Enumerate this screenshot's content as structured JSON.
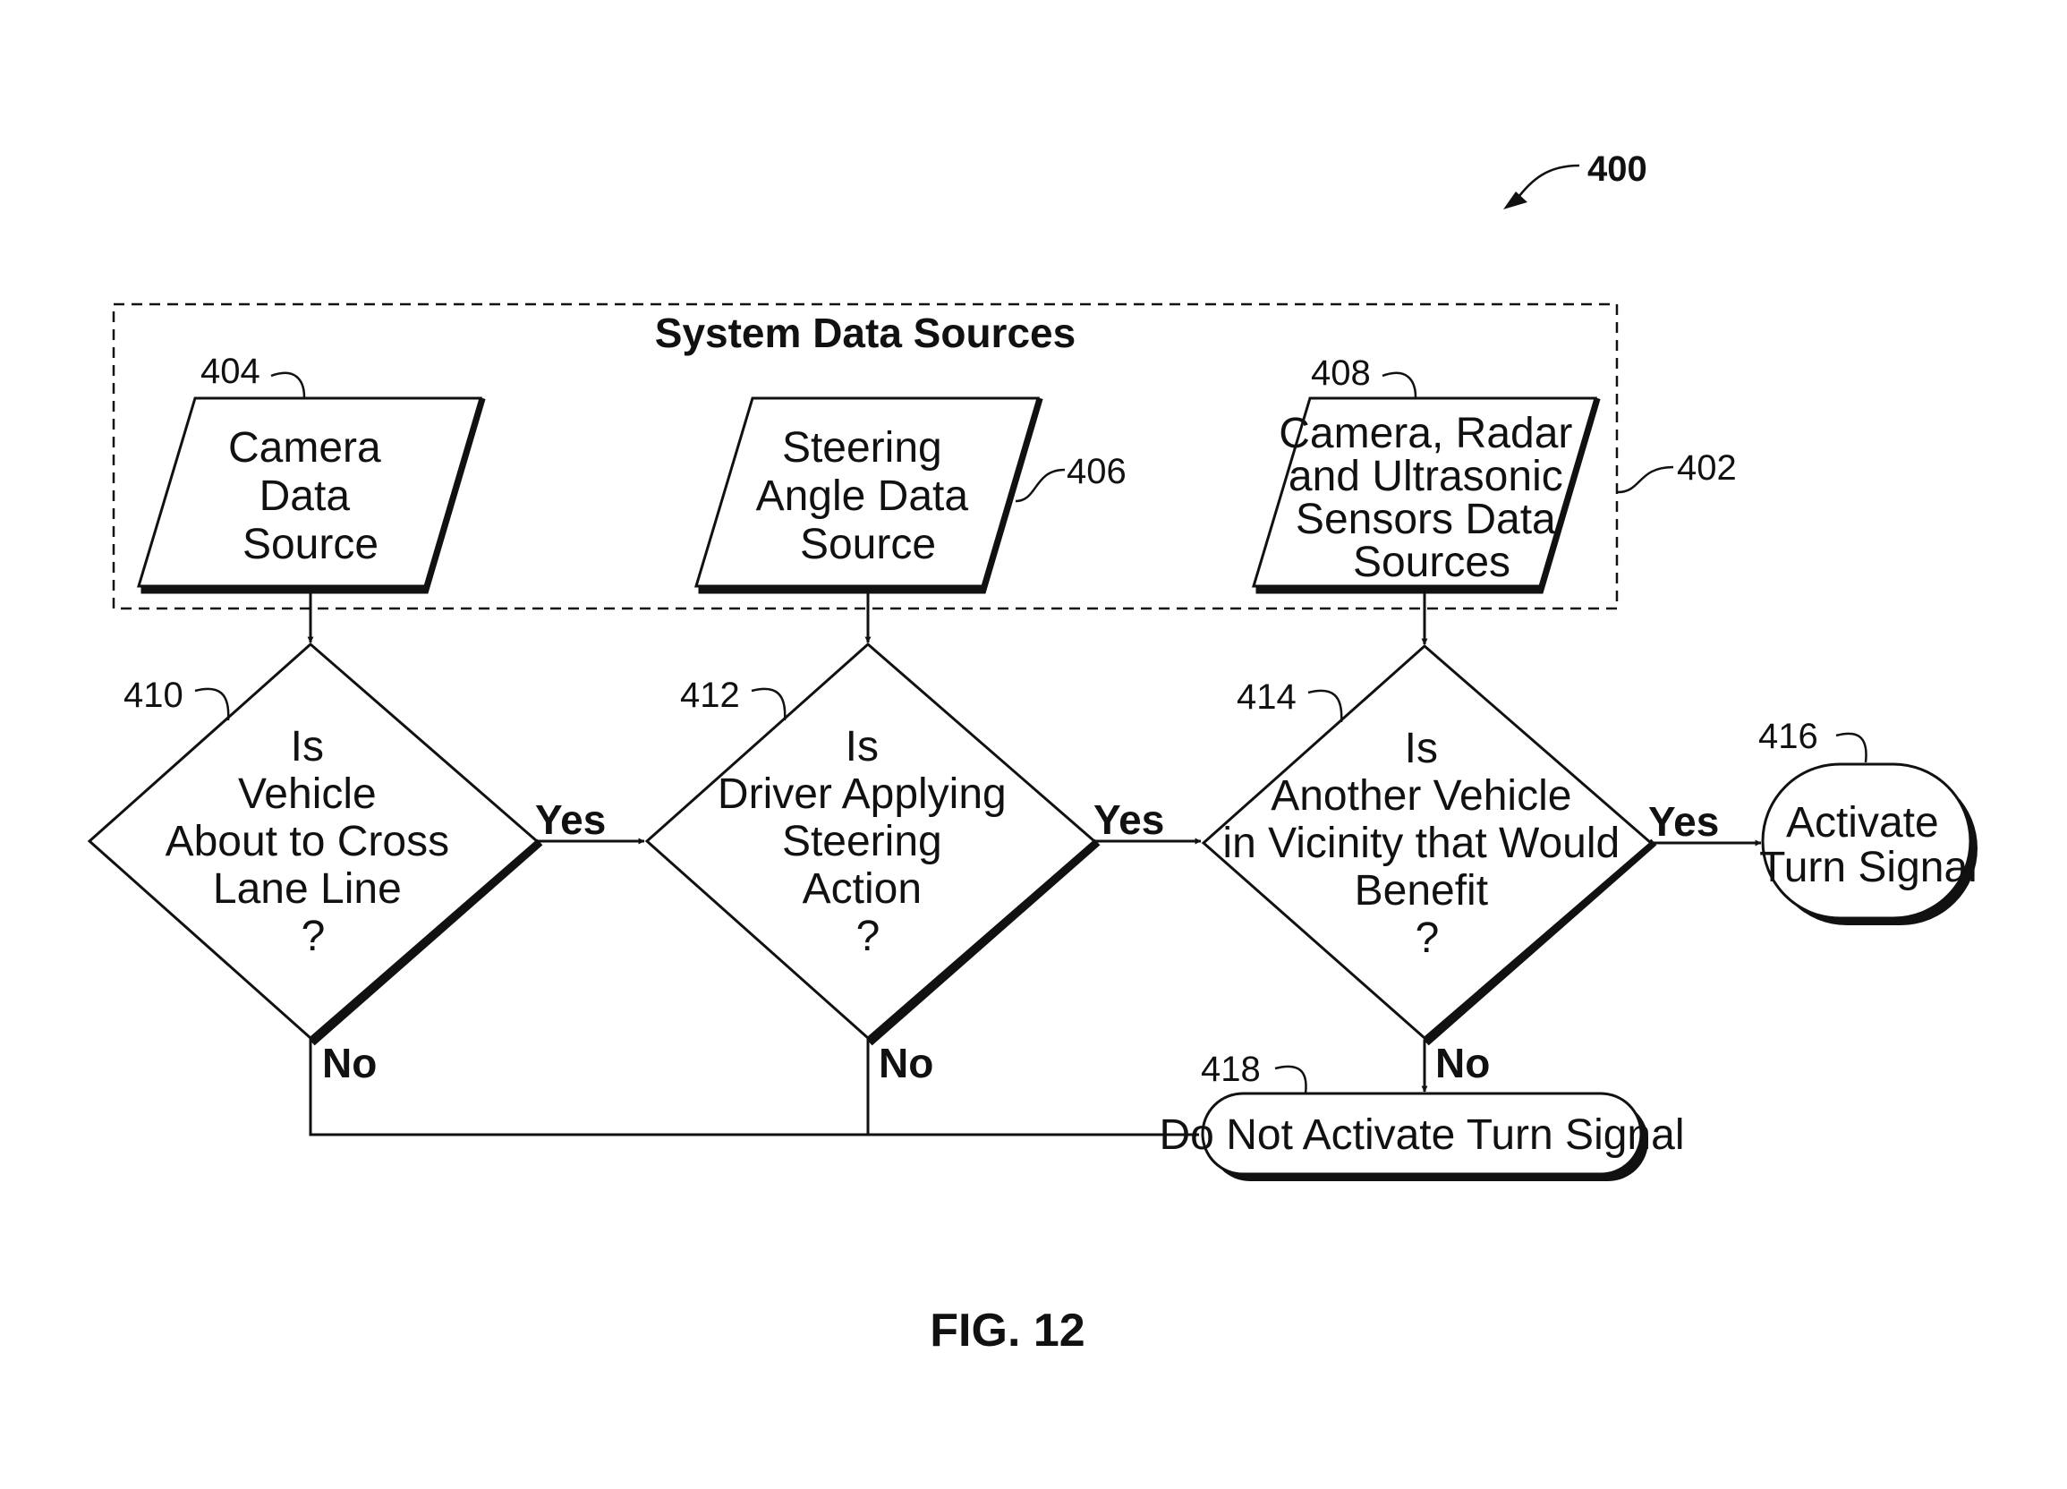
{
  "figure": {
    "ref": "400",
    "caption": "FIG. 12"
  },
  "group": {
    "title": "System Data Sources",
    "ref": "402"
  },
  "sources": [
    {
      "ref": "404",
      "lines": [
        "Camera",
        "Data",
        "Source"
      ]
    },
    {
      "ref": "406",
      "lines": [
        "Steering",
        "Angle Data",
        "Source"
      ]
    },
    {
      "ref": "408",
      "lines": [
        "Camera, Radar",
        "and Ultrasonic",
        "Sensors Data",
        "Sources"
      ]
    }
  ],
  "decisions": [
    {
      "ref": "410",
      "lines": [
        "Is",
        "Vehicle",
        "About to Cross",
        "Lane Line",
        "?"
      ]
    },
    {
      "ref": "412",
      "lines": [
        "Is",
        "Driver Applying",
        "Steering",
        "Action",
        "?"
      ]
    },
    {
      "ref": "414",
      "lines": [
        "Is",
        "Another Vehicle",
        "in Vicinity that Would",
        "Benefit",
        "?"
      ]
    }
  ],
  "terminals": [
    {
      "ref": "416",
      "lines": [
        "Activate",
        "Turn Signal"
      ]
    },
    {
      "ref": "418",
      "lines": [
        "Do Not Activate Turn Signal"
      ]
    }
  ],
  "edge_labels": {
    "yes": "Yes",
    "no": "No"
  },
  "edges": [
    {
      "from": "404",
      "to": "410"
    },
    {
      "from": "406",
      "to": "412"
    },
    {
      "from": "408",
      "to": "414"
    },
    {
      "from": "410",
      "to": "412",
      "label": "Yes"
    },
    {
      "from": "412",
      "to": "414",
      "label": "Yes"
    },
    {
      "from": "414",
      "to": "416",
      "label": "Yes"
    },
    {
      "from": "410",
      "to": "418",
      "label": "No"
    },
    {
      "from": "412",
      "to": "418",
      "label": "No"
    },
    {
      "from": "414",
      "to": "418",
      "label": "No"
    }
  ]
}
